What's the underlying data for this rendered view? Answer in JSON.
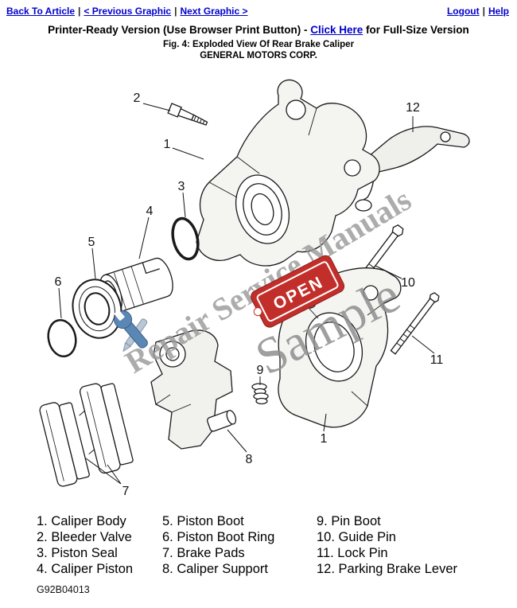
{
  "nav": {
    "back_to_article": "Back To Article",
    "previous_graphic": "< Previous Graphic",
    "next_graphic": "Next Graphic >",
    "logout": "Logout",
    "help": "Help",
    "separator": "|"
  },
  "header": {
    "printer_prefix": "Printer-Ready Version (Use Browser Print Button) - ",
    "full_size_link": "Click Here",
    "printer_suffix": " for Full-Size Version",
    "figure_caption": "Fig. 4: Exploded View Of Rear Brake Caliper",
    "company": "GENERAL MOTORS CORP."
  },
  "diagram": {
    "callouts": [
      "1",
      "2",
      "3",
      "4",
      "5",
      "6",
      "7",
      "8",
      "9",
      "10",
      "11",
      "12"
    ],
    "open_sign": "OPEN",
    "watermark": "Repair Service Manuals",
    "sample": "Sample",
    "colors": {
      "link": "#0000cc",
      "watermark_gray": "#9a9a9a",
      "open_sign_red": "#c22f2a",
      "tool_blue": "#5b87b5"
    }
  },
  "legend": {
    "columns": [
      [
        "1. Caliper Body",
        "2. Bleeder Valve",
        "3. Piston Seal",
        "4. Caliper Piston"
      ],
      [
        "5. Piston Boot",
        "6. Piston Boot Ring",
        "7. Brake Pads",
        "8. Caliper Support"
      ],
      [
        "9. Pin Boot",
        "10. Guide Pin",
        "11. Lock Pin",
        "12. Parking Brake Lever"
      ]
    ]
  },
  "footer": {
    "code": "G92B04013"
  }
}
